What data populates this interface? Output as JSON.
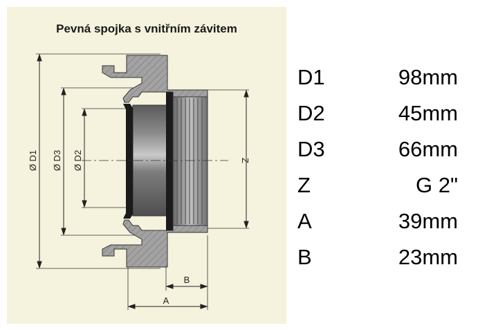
{
  "title": "Pevná spojka s vnitřním závitem",
  "drawing_labels": {
    "d1": "Ø D1",
    "d3": "Ø D3",
    "d2": "Ø D2",
    "z": "Z",
    "b": "B",
    "a": "A"
  },
  "specs": [
    {
      "label": "D1",
      "value": "98mm"
    },
    {
      "label": "D2",
      "value": "45mm"
    },
    {
      "label": "D3",
      "value": "66mm"
    },
    {
      "label": "Z",
      "value": "G 2\""
    },
    {
      "label": "A",
      "value": "39mm"
    },
    {
      "label": "B",
      "value": "23mm"
    }
  ],
  "colors": {
    "panel": "#f5f2dd",
    "metal": "#9a9a9a",
    "bore": "#6f6f6f",
    "gasket": "#1b1b1b"
  }
}
